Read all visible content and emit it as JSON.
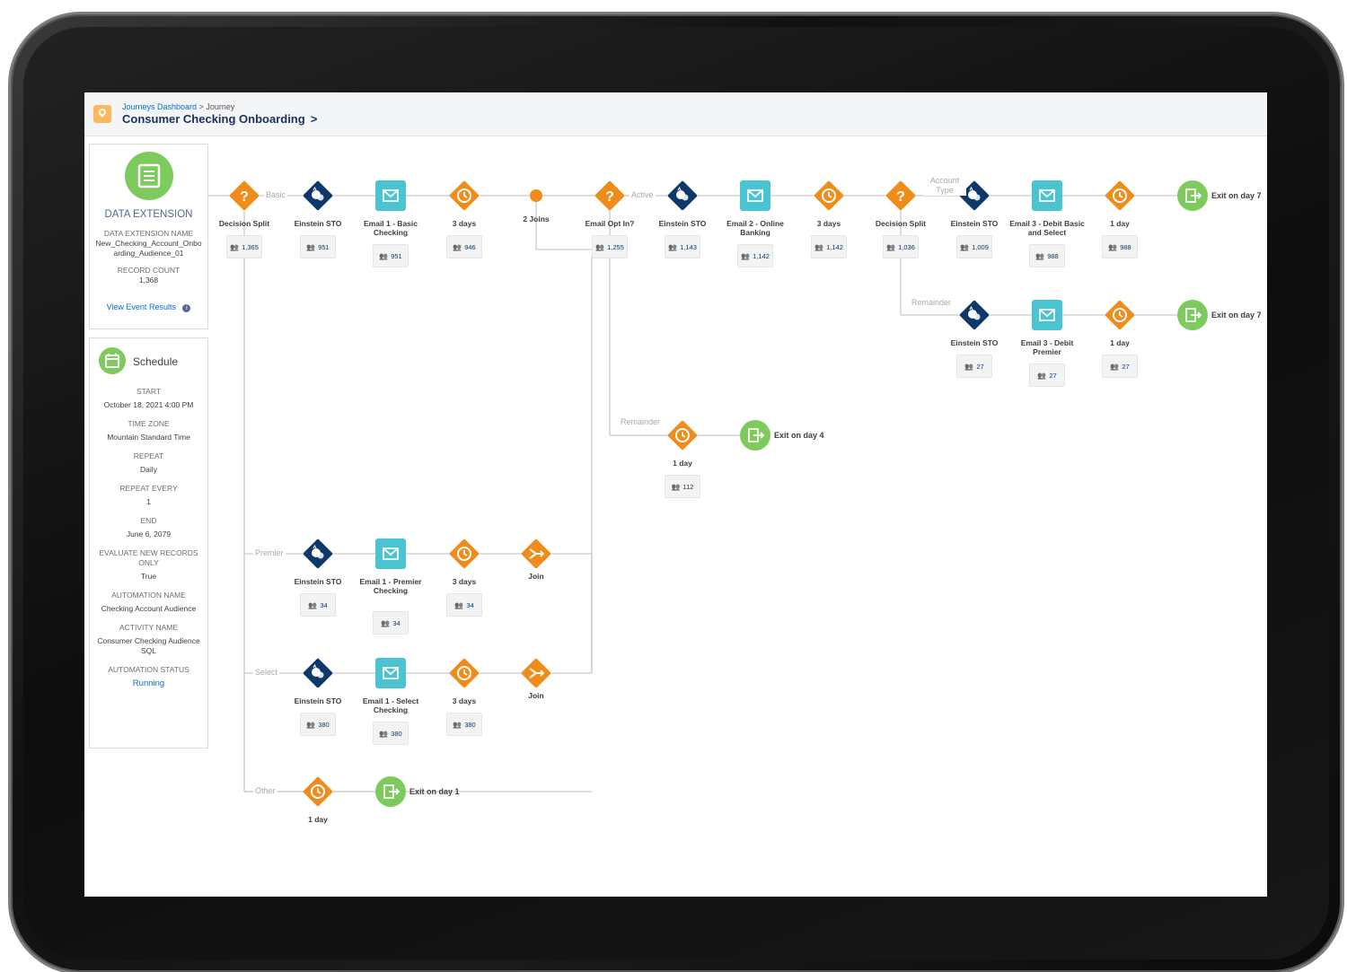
{
  "header": {
    "breadcrumb_link": "Journeys Dashboard",
    "breadcrumb_sep": ">",
    "breadcrumb_current": "Journey",
    "title": "Consumer Checking Onboarding",
    "chevron": ">"
  },
  "data_extension": {
    "heading": "DATA EXTENSION",
    "name_label": "DATA EXTENSION NAME",
    "name_value": "New_Checking_Account_Onboarding_Audience_01",
    "record_label": "RECORD COUNT",
    "record_value": "1,368",
    "view_link": "View Event Results",
    "info_icon": "i"
  },
  "schedule": {
    "heading": "Schedule",
    "fields": [
      {
        "label": "START",
        "value": "October 18, 2021 4:00 PM"
      },
      {
        "label": "TIME ZONE",
        "value": "Mountain Standard Time"
      },
      {
        "label": "REPEAT",
        "value": "Daily"
      },
      {
        "label": "REPEAT EVERY",
        "value": "1"
      },
      {
        "label": "END",
        "value": "June 6, 2079"
      },
      {
        "label": "EVALUATE NEW RECORDS ONLY",
        "value": "True"
      },
      {
        "label": "AUTOMATION NAME",
        "value": "Checking Account Audience"
      },
      {
        "label": "ACTIVITY NAME",
        "value": "Consumer Checking Audience SQL"
      },
      {
        "label": "AUTOMATION STATUS",
        "value": "Running"
      }
    ]
  },
  "journey": {
    "row1": [
      {
        "kind": "decision",
        "label": "Decision Split",
        "count": "1,365"
      },
      {
        "kind": "einstein",
        "label": "Einstein STO",
        "count": "951"
      },
      {
        "kind": "email",
        "label": "Email 1 - Basic Checking",
        "count": "951"
      },
      {
        "kind": "wait",
        "label": "3 days",
        "count": "946"
      },
      {
        "kind": "join",
        "label": "2 Joins"
      },
      {
        "kind": "decision",
        "label": "Email Opt In?",
        "count": "1,255"
      },
      {
        "kind": "einstein",
        "label": "Einstein STO",
        "count": "1,143"
      },
      {
        "kind": "email",
        "label": "Email 2 - Online Banking",
        "count": "1,142"
      },
      {
        "kind": "wait",
        "label": "3 days",
        "count": "1,142"
      },
      {
        "kind": "decision",
        "label": "Decision Split",
        "count": "1,036"
      },
      {
        "kind": "einstein",
        "label": "Einstein STO",
        "count": "1,009"
      },
      {
        "kind": "email",
        "label": "Email 3 - Debit Basic and Select",
        "count": "988"
      },
      {
        "kind": "wait",
        "label": "1 day",
        "count": "988"
      },
      {
        "kind": "exit",
        "label": "Exit on day 7"
      }
    ],
    "row_remainder_top": [
      {
        "kind": "einstein",
        "label": "Einstein STO",
        "count": "27"
      },
      {
        "kind": "email",
        "label": "Email 3 - Debit Premier",
        "count": "27"
      },
      {
        "kind": "wait",
        "label": "1 day",
        "count": "27"
      },
      {
        "kind": "exit",
        "label": "Exit on day 7"
      }
    ],
    "row_remainder_mid": [
      {
        "kind": "wait",
        "label": "1 day",
        "count": "112"
      },
      {
        "kind": "exit",
        "label": "Exit on day 4"
      }
    ],
    "row_premier": [
      {
        "kind": "einstein",
        "label": "Einstein STO",
        "count": "34"
      },
      {
        "kind": "email",
        "label": "Email 1 - Premier Checking",
        "count": "34"
      },
      {
        "kind": "wait",
        "label": "3 days",
        "count": "34"
      },
      {
        "kind": "join",
        "label": "Join"
      }
    ],
    "row_select": [
      {
        "kind": "einstein",
        "label": "Einstein STO",
        "count": "380"
      },
      {
        "kind": "email",
        "label": "Email 1 - Select Checking",
        "count": "380"
      },
      {
        "kind": "wait",
        "label": "3 days",
        "count": "380"
      },
      {
        "kind": "join",
        "label": "Join"
      }
    ],
    "row_other": [
      {
        "kind": "wait",
        "label": "1 day"
      },
      {
        "kind": "exit",
        "label": "Exit on day 1"
      }
    ],
    "branch_labels": {
      "basic": "Basic",
      "active": "Active",
      "account_type": "Account Type",
      "remainder_top": "Remainder",
      "remainder_mid": "Remainder",
      "premier": "Premier",
      "select": "Select",
      "other": "Other"
    },
    "colors": {
      "orange": "#f08c1a",
      "navy": "#0e3869",
      "teal": "#4bc4d1",
      "green": "#7ccb5c"
    },
    "icons": {
      "decision": "question-icon",
      "einstein": "einstein-sparkle-icon",
      "email": "envelope-icon",
      "wait": "clock-icon",
      "join": "join-arrows-icon",
      "exit": "exit-door-icon",
      "count": "people-icon"
    }
  }
}
